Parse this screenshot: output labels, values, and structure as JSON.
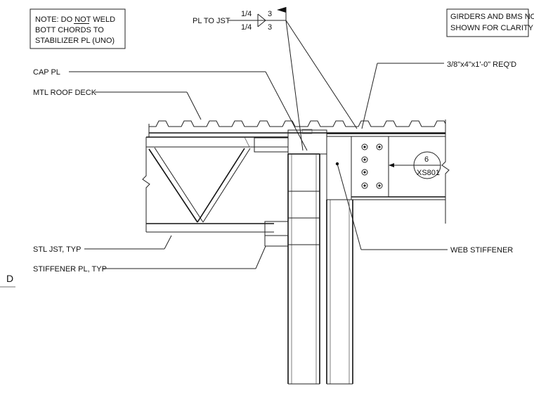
{
  "notes": {
    "note_left": [
      "NOTE: DO NOT WELD",
      "BOTT CHORDS TO",
      "STABILIZER PL (UNO)"
    ],
    "note_left_underlined_word": "NOT",
    "note_right": [
      "GIRDERS AND BMS NOT",
      "SHOWN FOR CLARITY"
    ]
  },
  "weld_symbol": {
    "label": "PL TO JST",
    "top_size": "1/4",
    "top_length": "3",
    "bottom_size": "1/4",
    "bottom_length": "3"
  },
  "callouts": {
    "cap_pl": "CAP PL",
    "mtl_roof_deck": "MTL ROOF DECK",
    "stl_jst": "STL JST, TYP",
    "stiffener_pl": "STIFFENER PL, TYP",
    "plate_req": "3/8\"x4\"x1'-0\" REQ'D",
    "web_stiffener": "WEB STIFFENER"
  },
  "section_marker": {
    "number": "6",
    "sheet": "XS801"
  },
  "grid_letter": "D"
}
